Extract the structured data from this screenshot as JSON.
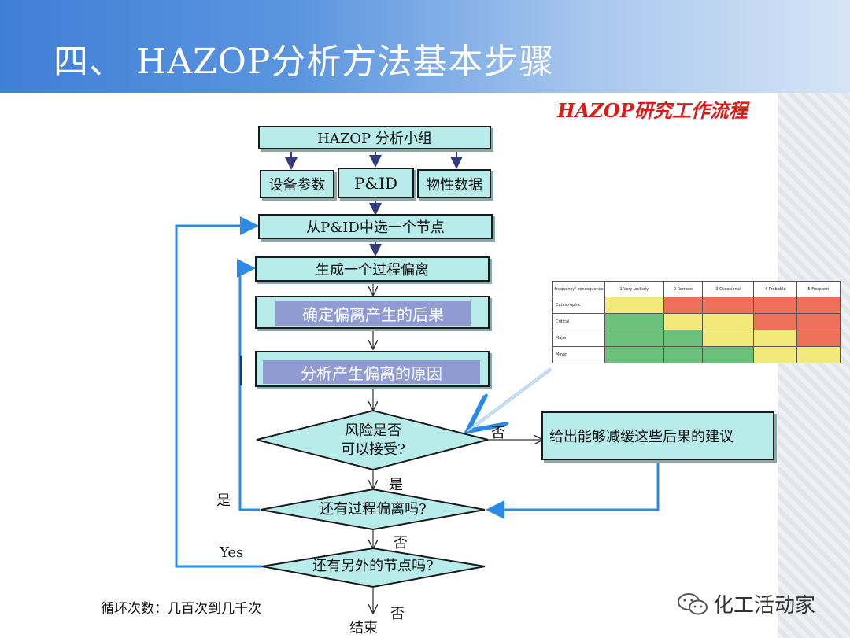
{
  "header": {
    "title": "四、 HAZOP分析方法基本步骤"
  },
  "workflow_title": "HAZOP研究工作流程",
  "boxes": {
    "team": "HAZOP 分析小组",
    "equipment": "设备参数",
    "pid": "P&ID",
    "physical": "物性数据",
    "select_node": "从P&ID中选一个节点",
    "deviation": "生成一个过程偏离",
    "consequence": "确定偏离产生的后果",
    "cause": "分析产生偏离的原因",
    "recommend": "给出能够减缓这些后果的建议"
  },
  "decisions": {
    "risk_line1": "风险是否",
    "risk_line2": "可以接受?",
    "more_dev": "还有过程偏离吗?",
    "more_node": "还有另外的节点吗?"
  },
  "labels": {
    "no_risk": "否",
    "yes_risk": "是",
    "yes_dev": "是",
    "no_dev": "否",
    "yes_node": "Yes",
    "no_node": "否",
    "end": "结束"
  },
  "cycle_note": "循环次数：几百次到几千次",
  "watermark": "化工活动家",
  "risk_matrix": {
    "corner": "Frequency/ consequence",
    "columns": [
      "1 Very unlikely",
      "2 Remote",
      "3 Occasional",
      "4 Probable",
      "5 Frequent"
    ],
    "rows": [
      {
        "label": "Catastrophic",
        "cells": [
          "y",
          "r",
          "r",
          "r",
          "r"
        ]
      },
      {
        "label": "Critical",
        "cells": [
          "g",
          "y",
          "y",
          "r",
          "r"
        ]
      },
      {
        "label": "Major",
        "cells": [
          "g",
          "g",
          "y",
          "y",
          "r"
        ]
      },
      {
        "label": "Minor",
        "cells": [
          "g",
          "g",
          "g",
          "y",
          "y"
        ]
      }
    ],
    "colors": {
      "g": "#6cc17a",
      "y": "#f3e97a",
      "r": "#ee7058"
    }
  },
  "colors": {
    "box_fill": "#b8ecea",
    "loop_line": "#2a8ae6",
    "title_red": "#e01818",
    "inner_label": "#8f9bd2"
  }
}
